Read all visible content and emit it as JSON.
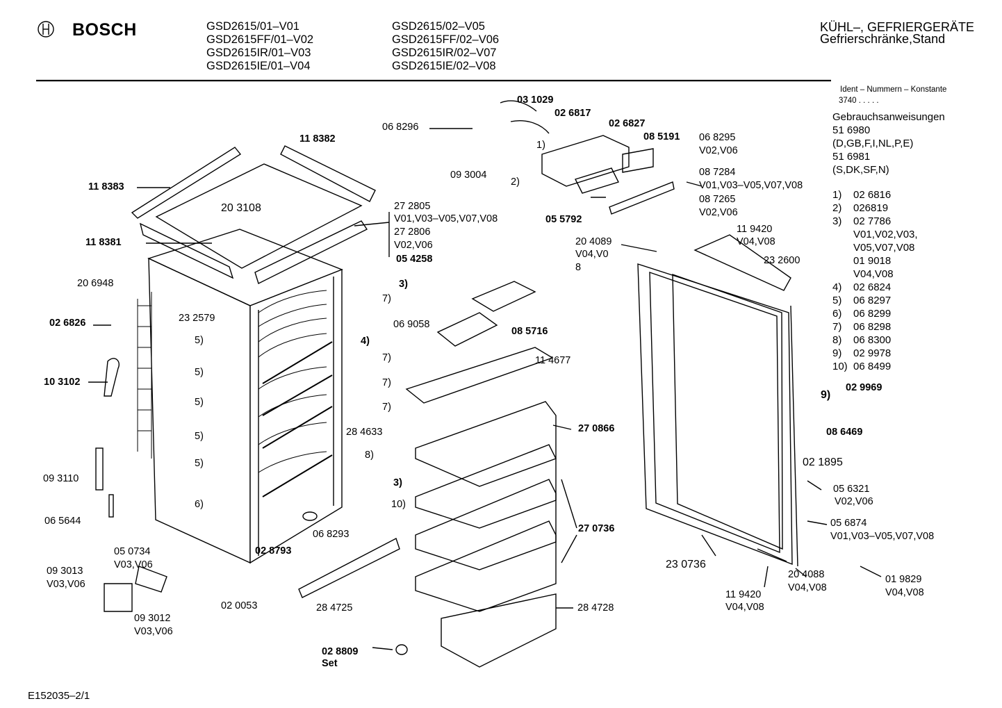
{
  "header": {
    "brand": "BOSCH",
    "models_col1": [
      "GSD2615/01–V01",
      "GSD2615FF/01–V02",
      "GSD2615IR/01–V03",
      "GSD2615IE/01–V04"
    ],
    "models_col2": [
      "GSD2615/02–V05",
      "GSD2615FF/02–V06",
      "GSD2615IR/02–V07",
      "GSD2615IE/02–V08"
    ],
    "category": "KÜHL–, GEFRIERGERÄTE",
    "subcategory": "Gefrierschränke,Stand"
  },
  "sidebar": {
    "ident_title": "Ident – Nummern – Konstante",
    "ident_value": "3740 . . . . .",
    "manuals_title": "Gebrauchsanweisungen",
    "manual_lines": [
      "51 6980",
      "(D,GB,F,I,NL,P,E)",
      "51 6981",
      "(S,DK,SF,N)"
    ],
    "legend": [
      {
        "key": "1)",
        "lines": [
          "02 6816"
        ]
      },
      {
        "key": "2)",
        "lines": [
          "026819"
        ]
      },
      {
        "key": "3)",
        "lines": [
          "02 7786",
          "V01,V02,V03,",
          "V05,V07,V08",
          "01 9018",
          "V04,V08"
        ]
      },
      {
        "key": "4)",
        "lines": [
          "02 6824"
        ]
      },
      {
        "key": "5)",
        "lines": [
          "06 8297"
        ]
      },
      {
        "key": "6)",
        "lines": [
          "06 8299"
        ]
      },
      {
        "key": "7)",
        "lines": [
          "06 8298"
        ]
      },
      {
        "key": "8)",
        "lines": [
          "06 8300"
        ]
      },
      {
        "key": "9)",
        "lines": [
          "02 9978"
        ]
      },
      {
        "key": "10)",
        "lines": [
          "06 8499"
        ]
      }
    ]
  },
  "parts": [
    {
      "id": "031029",
      "text": "03 1029",
      "bold": true
    },
    {
      "id": "026817",
      "text": "02 6817",
      "bold": true
    },
    {
      "id": "068296",
      "text": "06 8296",
      "bold": false
    },
    {
      "id": "026827",
      "text": "02 6827",
      "bold": true
    },
    {
      "id": "ref1",
      "text": "1)",
      "bold": false
    },
    {
      "id": "085191",
      "text": "08 5191",
      "bold": true
    },
    {
      "id": "068295",
      "text": "06 8295",
      "bold": false
    },
    {
      "id": "v02v06a",
      "text": "V02,V06",
      "bold": false
    },
    {
      "id": "093004",
      "text": "09 3004",
      "bold": false
    },
    {
      "id": "ref2",
      "text": "2)",
      "bold": false
    },
    {
      "id": "087284",
      "text": "08 7284",
      "bold": false
    },
    {
      "id": "v01v08a",
      "text": "V01,V03–V05,V07,V08",
      "bold": false
    },
    {
      "id": "087265",
      "text": "08 7265",
      "bold": false
    },
    {
      "id": "v02v06b",
      "text": "V02,V06",
      "bold": false
    },
    {
      "id": "055792",
      "text": "05 5792",
      "bold": true
    },
    {
      "id": "118382",
      "text": "11 8382",
      "bold": true
    },
    {
      "id": "118383",
      "text": "11 8383",
      "bold": true
    },
    {
      "id": "203108",
      "text": "20 3108",
      "bold": false
    },
    {
      "id": "272805",
      "text": "27 2805",
      "bold": false
    },
    {
      "id": "v01v08b",
      "text": "V01,V03–V05,V07,V08",
      "bold": false
    },
    {
      "id": "272806",
      "text": "27 2806",
      "bold": false
    },
    {
      "id": "v02v06c",
      "text": "V02,V06",
      "bold": false
    },
    {
      "id": "118381",
      "text": "11 8381",
      "bold": true
    },
    {
      "id": "054258",
      "text": "05 4258",
      "bold": true
    },
    {
      "id": "ref3a",
      "text": "3)",
      "bold": false
    },
    {
      "id": "206948",
      "text": "20 6948",
      "bold": false
    },
    {
      "id": "232579",
      "text": "23 2579",
      "bold": false
    },
    {
      "id": "026826",
      "text": "02 6826",
      "bold": true
    },
    {
      "id": "ref7a",
      "text": "7)",
      "bold": false
    },
    {
      "id": "ref4",
      "text": "4)",
      "bold": false
    },
    {
      "id": "069058",
      "text": "06 9058",
      "bold": false
    },
    {
      "id": "085716",
      "text": "08 5716",
      "bold": true
    },
    {
      "id": "ref7b",
      "text": "7)",
      "bold": false
    },
    {
      "id": "ref7c",
      "text": "7)",
      "bold": false
    },
    {
      "id": "ref7d",
      "text": "7)",
      "bold": false
    },
    {
      "id": "ref5a",
      "text": "5)",
      "bold": false
    },
    {
      "id": "ref5b",
      "text": "5)",
      "bold": false
    },
    {
      "id": "ref5c",
      "text": "5)",
      "bold": false
    },
    {
      "id": "ref5d",
      "text": "5)",
      "bold": false
    },
    {
      "id": "ref5e",
      "text": "5)",
      "bold": false
    },
    {
      "id": "ref6",
      "text": "6)",
      "bold": false
    },
    {
      "id": "103102",
      "text": "10 3102",
      "bold": true
    },
    {
      "id": "114677",
      "text": "11 4677",
      "bold": false
    },
    {
      "id": "284633",
      "text": "28 4633",
      "bold": false
    },
    {
      "id": "ref8",
      "text": "8)",
      "bold": false
    },
    {
      "id": "270866",
      "text": "27 0866",
      "bold": true
    },
    {
      "id": "ref3b",
      "text": "3)",
      "bold": false
    },
    {
      "id": "ref10",
      "text": "10)",
      "bold": false
    },
    {
      "id": "093110",
      "text": "09 3110",
      "bold": false
    },
    {
      "id": "065644",
      "text": "06 5644",
      "bold": false
    },
    {
      "id": "068293",
      "text": "06 8293",
      "bold": false
    },
    {
      "id": "270736",
      "text": "27 0736",
      "bold": true
    },
    {
      "id": "050734",
      "text": "05 0734",
      "bold": false
    },
    {
      "id": "v03v06a",
      "text": "V03,V06",
      "bold": false
    },
    {
      "id": "028793",
      "text": "02 8793",
      "bold": true
    },
    {
      "id": "093013",
      "text": "09 3013",
      "bold": false
    },
    {
      "id": "v03v06b",
      "text": "V03,V06",
      "bold": false
    },
    {
      "id": "093012",
      "text": "09 3012",
      "bold": false
    },
    {
      "id": "v03v06c",
      "text": "V03,V06",
      "bold": false
    },
    {
      "id": "020053",
      "text": "02 0053",
      "bold": false
    },
    {
      "id": "284725",
      "text": "28 4725",
      "bold": false
    },
    {
      "id": "284728",
      "text": "28 4728",
      "bold": false
    },
    {
      "id": "028809",
      "text": "02 8809",
      "bold": true
    },
    {
      "id": "set",
      "text": "Set",
      "bold": true
    },
    {
      "id": "204089",
      "text": "20 4089",
      "bold": false
    },
    {
      "id": "v04v0",
      "text": "V04,V0",
      "bold": false
    },
    {
      "id": "eight",
      "text": "8",
      "bold": false
    },
    {
      "id": "119420a",
      "text": "11 9420",
      "bold": false
    },
    {
      "id": "v04v08a",
      "text": "V04,V08",
      "bold": false
    },
    {
      "id": "232600",
      "text": "23 2600",
      "bold": false
    },
    {
      "id": "029969",
      "text": "02 9969",
      "bold": true
    },
    {
      "id": "ref9",
      "text": "9)",
      "bold": true
    },
    {
      "id": "086469",
      "text": "08 6469",
      "bold": true
    },
    {
      "id": "021895",
      "text": "02 1895",
      "bold": false
    },
    {
      "id": "056321",
      "text": "05 6321",
      "bold": false
    },
    {
      "id": "v02v06d",
      "text": "V02,V06",
      "bold": false
    },
    {
      "id": "056874",
      "text": "05 6874",
      "bold": false
    },
    {
      "id": "v01v08c",
      "text": "V01,V03–V05,V07,V08",
      "bold": false
    },
    {
      "id": "230736",
      "text": "23 0736",
      "bold": false
    },
    {
      "id": "204088",
      "text": "20 4088",
      "bold": false
    },
    {
      "id": "v04v08b",
      "text": "V04,V08",
      "bold": false
    },
    {
      "id": "119420b",
      "text": "11 9420",
      "bold": false
    },
    {
      "id": "v04v08c",
      "text": "V04,V08",
      "bold": false
    },
    {
      "id": "019829",
      "text": "01 9829",
      "bold": false
    },
    {
      "id": "v04v08d",
      "text": "V04,V08",
      "bold": false
    }
  ],
  "footer": {
    "code": "E152035–2/1"
  }
}
